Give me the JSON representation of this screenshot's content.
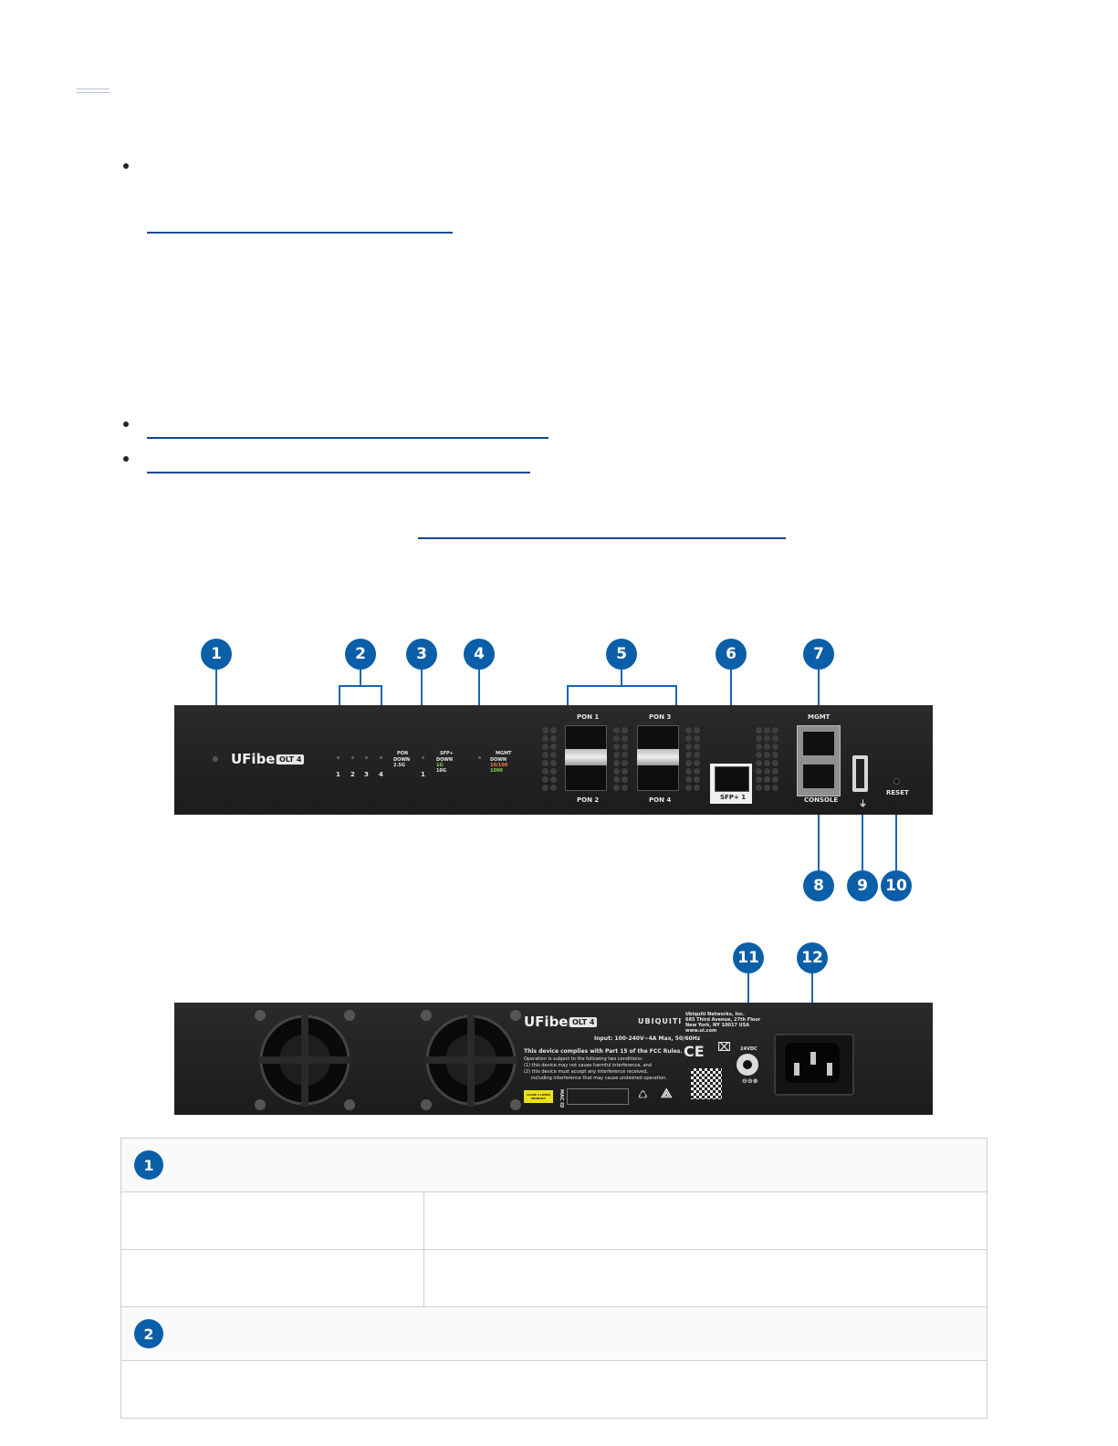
{
  "diagram": {
    "front_callouts": [
      "1",
      "2",
      "3",
      "4",
      "5",
      "6",
      "7",
      "8",
      "9",
      "10"
    ],
    "rear_callouts": [
      "11",
      "12"
    ],
    "front_panel": {
      "brand": "UFiber",
      "model_badge": "OLT 4",
      "pon_led_numbers": [
        "1",
        "2",
        "3",
        "4"
      ],
      "pon_legend_title": "PON",
      "pon_legend": [
        "DOWN",
        "2.5G"
      ],
      "sfp_led_number": "1",
      "sfp_legend_title": "SFP+",
      "sfp_legend": [
        "DOWN",
        "1G",
        "10G"
      ],
      "mgmt_legend_title": "MGMT",
      "mgmt_legend": [
        "DOWN",
        "10/100",
        "1000"
      ],
      "pon_ports": [
        "PON 1",
        "PON 2",
        "PON 3",
        "PON 4"
      ],
      "sfp_port": "SFP+ 1",
      "mgmt_port": "MGMT",
      "console_port": "CONSOLE",
      "reset": "RESET"
    },
    "rear_panel": {
      "brand": "UFiber",
      "model_badge": "OLT 4",
      "maker": "UBIQUITI",
      "address": [
        "Ubiquiti Networks, Inc.",
        "685 Third Avenue, 27th Floor",
        "New York, NY 10017 USA",
        "www.ui.com"
      ],
      "input": "Input: 100-240V~4A Max, 50/60Hz",
      "fcc_title": "This device complies with Part 15 of the FCC Rules.",
      "fcc_lines": [
        "Operation is subject to the following two conditions:",
        "(1) this device may not cause harmful interference, and",
        "(2) this device must accept any interference received,",
        "including interference that may cause undesired operation."
      ],
      "ce": "CE",
      "class_label": "CLASS 1 LASER PRODUCT",
      "mac_label": "MAC ID",
      "dc_label": "24VDC"
    }
  },
  "table": {
    "sections": [
      "1",
      "2"
    ]
  },
  "colors": {
    "accent": "#0b5ea8",
    "link": "#0b4a8c",
    "panel": "#222222"
  }
}
